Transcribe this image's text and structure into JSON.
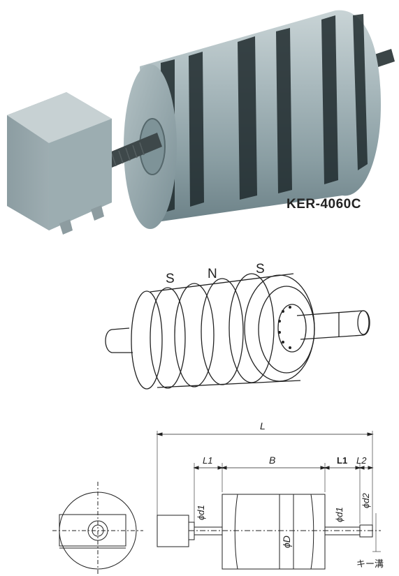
{
  "photo": {
    "model_label": "KER-4060C"
  },
  "iso_diagram": {
    "poles": [
      "S",
      "N",
      "S"
    ]
  },
  "dim_drawing": {
    "L": "L",
    "L1_left": "L1",
    "B": "B",
    "L1_right": "L1",
    "L2": "L2",
    "phi_d1_left": "ϕd1",
    "phi_D": "ϕD",
    "phi_d1_right": "ϕd1",
    "phi_d2": "ϕd2",
    "key_slot": "キー溝"
  }
}
